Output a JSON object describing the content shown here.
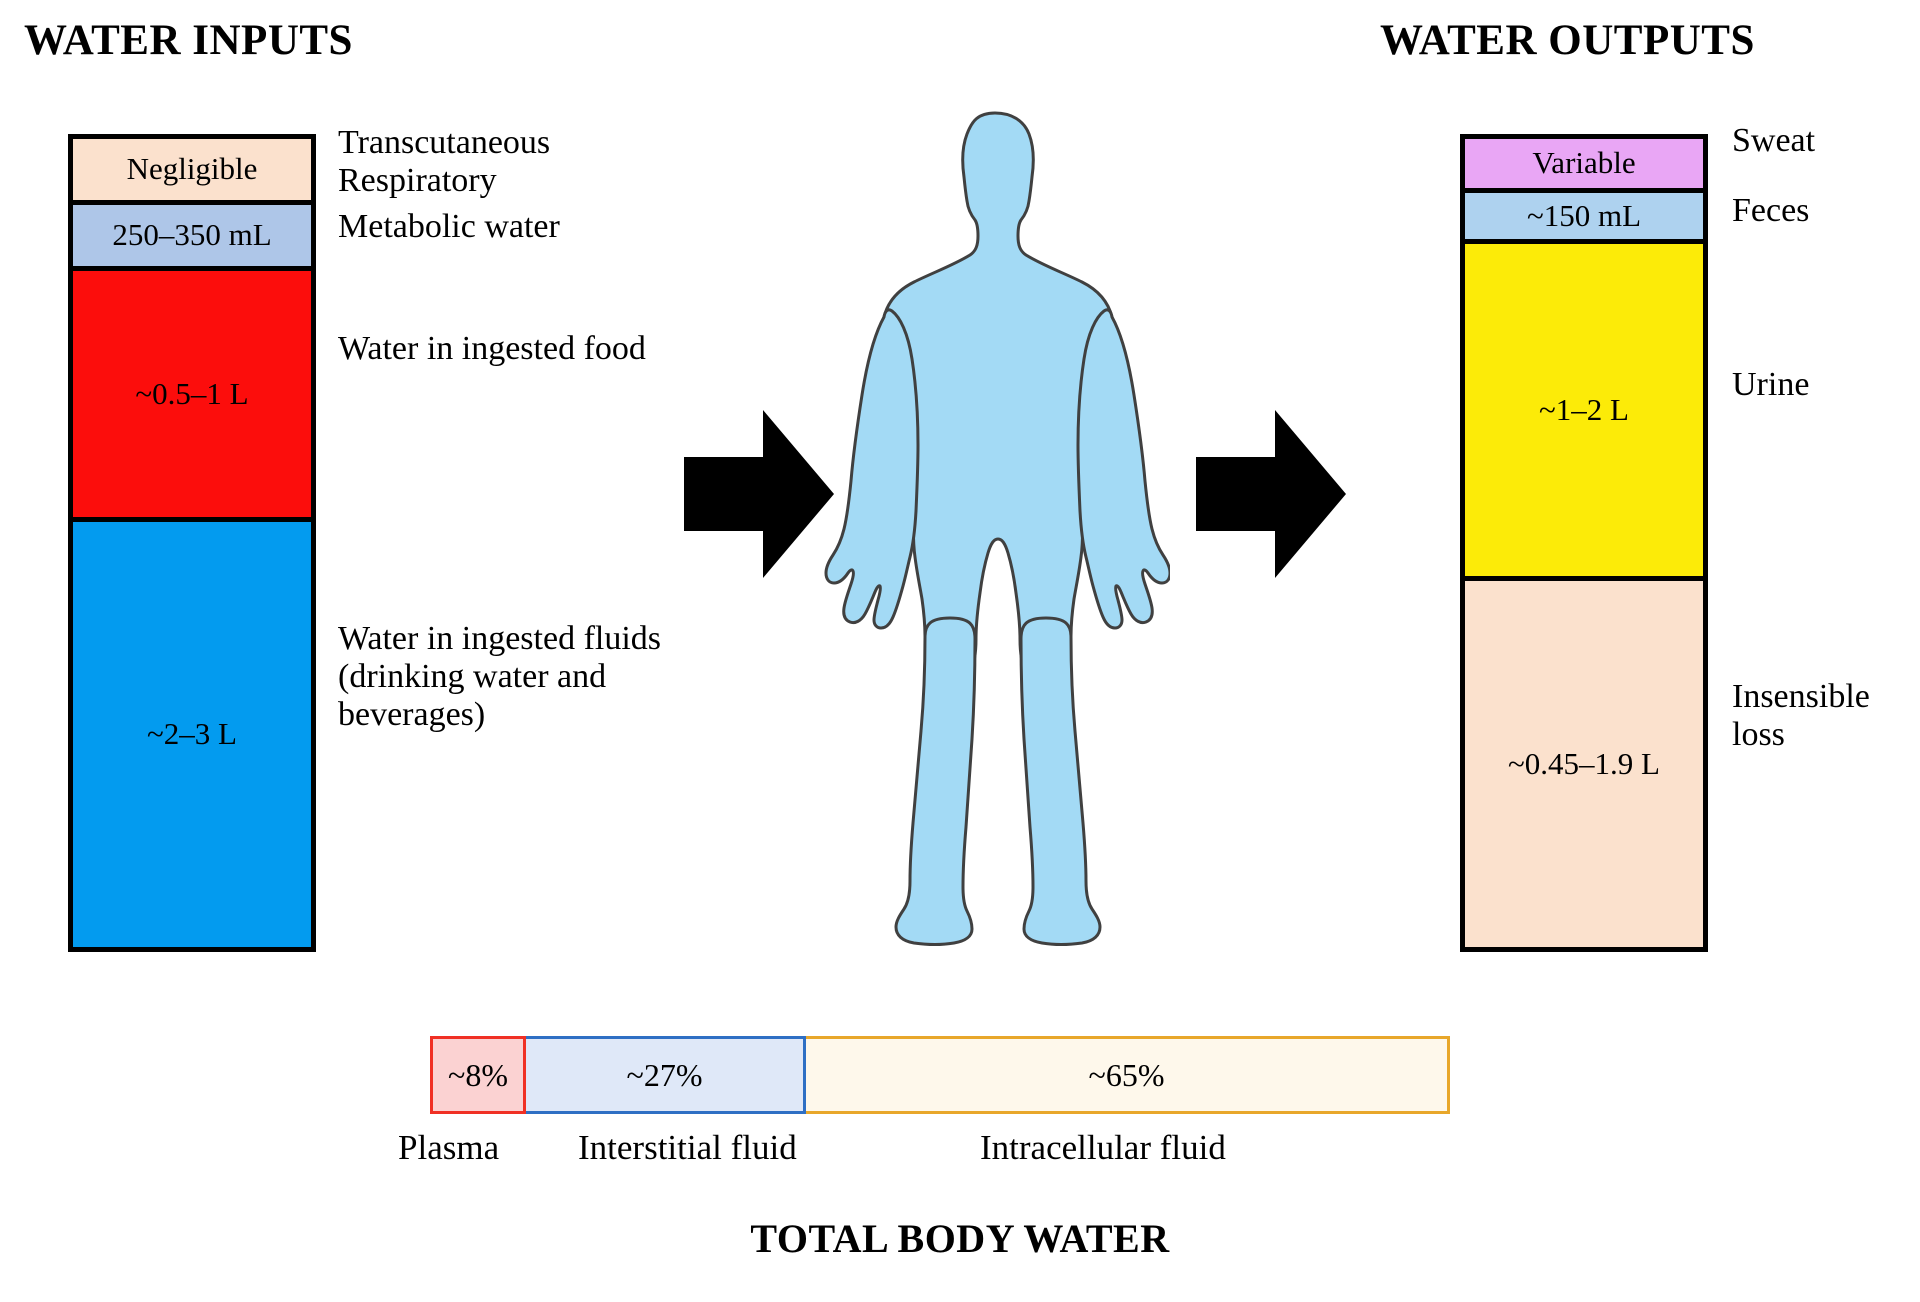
{
  "headings": {
    "inputs": "WATER INPUTS",
    "outputs": "WATER OUTPUTS",
    "total": "TOTAL BODY WATER"
  },
  "inputs": {
    "segments": [
      {
        "value": "Negligible",
        "label": "Transcutaneous\nRespiratory",
        "color": "#FBE1CD"
      },
      {
        "value": "250–350 mL",
        "label": "Metabolic water",
        "color": "#AEC6E8"
      },
      {
        "value": "~0.5–1 L",
        "label": "Water in ingested food",
        "color": "#FC0D0C"
      },
      {
        "value": "~2–3 L",
        "label": "Water in ingested fluids (drinking water and beverages)",
        "color": "#039BEF"
      }
    ],
    "label_transcutaneous_line1": "Transcutaneous",
    "label_transcutaneous_line2": "Respiratory",
    "label_metabolic": "Metabolic water",
    "label_food": "Water in ingested food",
    "label_fluids": "Water in ingested fluids (drinking water and beverages)"
  },
  "outputs": {
    "segments": [
      {
        "value": "Variable",
        "label": "Sweat",
        "color": "#E9A6F5"
      },
      {
        "value": "~150 mL",
        "label": "Feces",
        "color": "#AED2EF"
      },
      {
        "value": "~1–2 L",
        "label": "Urine",
        "color": "#FCEB08"
      },
      {
        "value": "~0.45–1.9 L",
        "label": "Insensible loss",
        "color": "#FBE1CD"
      }
    ],
    "label_sweat": "Sweat",
    "label_feces": "Feces",
    "label_urine": "Urine",
    "label_insensible_line1": "Insensible",
    "label_insensible_line2": "loss"
  },
  "total_body_water": {
    "segments": [
      {
        "value": "~8%",
        "caption": "Plasma",
        "fill": "#FBD2D2",
        "stroke": "#F03024"
      },
      {
        "value": "~27%",
        "caption": "Interstitial fluid",
        "fill": "#DFE8F8",
        "stroke": "#2E6FC4"
      },
      {
        "value": "~65%",
        "caption": "Intracellular fluid",
        "fill": "#FEF8EB",
        "stroke": "#E8A72A"
      }
    ],
    "caption_plasma": "Plasma",
    "caption_interstitial": "Interstitial fluid",
    "caption_intracellular": "Intracellular fluid"
  },
  "figure": {
    "body_fill": "#A3DAF5",
    "body_stroke": "#404040",
    "arrow_color": "#000000",
    "arrow_in_name": "arrow-pointing-into-body",
    "arrow_out_name": "arrow-pointing-out-of-body"
  },
  "chart_data": {
    "type": "bar",
    "title": "Daily water balance of the human body",
    "charts": [
      {
        "name": "Water inputs",
        "orientation": "vertical-stacked",
        "categories": [
          "Transcutaneous Respiratory",
          "Metabolic water",
          "Water in ingested food",
          "Water in ingested fluids (drinking water and beverages)"
        ],
        "values": [
          "Negligible",
          "250–350 mL",
          "~0.5–1 L",
          "~2–3 L"
        ],
        "numeric_midpoints_L": [
          0,
          0.3,
          0.75,
          2.5
        ],
        "colors": [
          "#FBE1CD",
          "#AEC6E8",
          "#FC0D0C",
          "#039BEF"
        ]
      },
      {
        "name": "Water outputs",
        "orientation": "vertical-stacked",
        "categories": [
          "Sweat",
          "Feces",
          "Urine",
          "Insensible loss"
        ],
        "values": [
          "Variable",
          "~150 mL",
          "~1–2 L",
          "~0.45–1.9 L"
        ],
        "numeric_midpoints_L": [
          null,
          0.15,
          1.5,
          1.175
        ],
        "colors": [
          "#E9A6F5",
          "#AED2EF",
          "#FCEB08",
          "#FBE1CD"
        ]
      },
      {
        "name": "Total body water",
        "orientation": "horizontal-stacked",
        "categories": [
          "Plasma",
          "Interstitial fluid",
          "Intracellular fluid"
        ],
        "values": [
          8,
          27,
          65
        ],
        "value_labels": [
          "~8%",
          "~27%",
          "~65%"
        ],
        "unit": "%",
        "colors": [
          "#FBD2D2",
          "#DFE8F8",
          "#FEF8EB"
        ],
        "border_colors": [
          "#F03024",
          "#2E6FC4",
          "#E8A72A"
        ]
      }
    ],
    "grid": false,
    "legend": "inline-labels"
  }
}
